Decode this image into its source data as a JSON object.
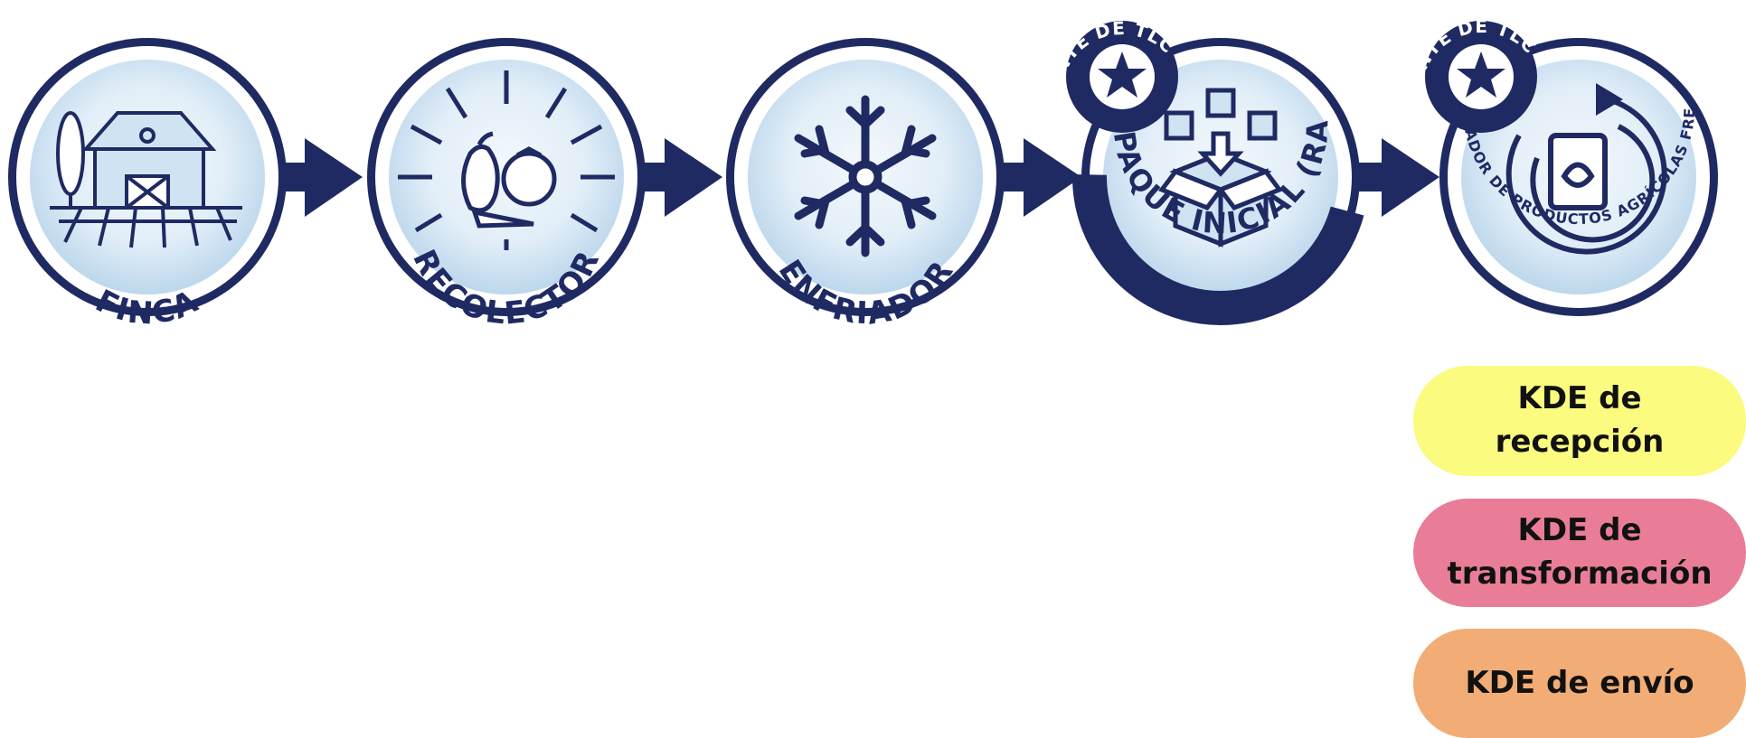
{
  "colors": {
    "navy": "#1f2a63",
    "light_blue": "#cfe3f3",
    "ring_white": "#ffffff",
    "kde_recepcion": "#fafb7f",
    "kde_transformacion": "#e97d97",
    "kde_envio": "#f2ad76"
  },
  "stages": [
    {
      "label": "FINCA",
      "icon": "farm-icon"
    },
    {
      "label": "RECOLECTOR",
      "icon": "produce-icon"
    },
    {
      "label": "ENFRIADOR",
      "icon": "snowflake-icon"
    },
    {
      "label": "EMPAQUE INICIAL (RAC)",
      "icon": "package-icon",
      "badge": "FUENTE DE TLC"
    },
    {
      "label": "PROCESADOR DE PRODUCTOS AGRÍCOLAS FRESCOS",
      "icon": "processing-icon",
      "badge": "FUENTE DE TLC"
    }
  ],
  "kde": {
    "recepcion": "KDE de recepción",
    "transformacion": "KDE de transformación",
    "envio": "KDE de envío"
  }
}
